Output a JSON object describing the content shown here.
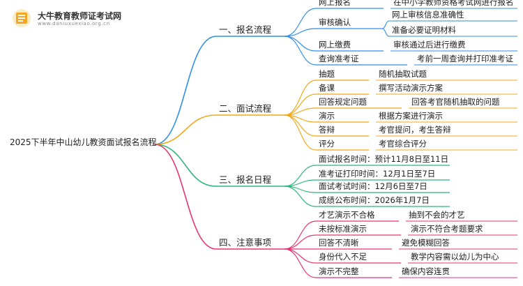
{
  "brand": {
    "name": "大牛教育教师证考试网",
    "url": "www.daniuxuexiao.org.cn",
    "logo_color": "#f5a623"
  },
  "root": {
    "label": "2025下半年中山幼儿教资面试报名流程"
  },
  "branches": [
    {
      "label": "一、报名流程",
      "color": "#2e8fe8",
      "items": [
        {
          "name": "网上报名",
          "details": [
            "在中小学教师资格考试网进行报名"
          ]
        },
        {
          "name": "审核确认",
          "details": [
            "网上审核信息准确性",
            "准备必要证明材料"
          ]
        },
        {
          "name": "网上缴费",
          "details": [
            "审核通过后进行缴费"
          ]
        },
        {
          "name": "查询准考证",
          "details": [
            "考前一周查询并打印准考证"
          ]
        }
      ]
    },
    {
      "label": "二、面试流程",
      "color": "#f0a818",
      "items": [
        {
          "name": "抽题",
          "details": [
            "随机抽取试题"
          ]
        },
        {
          "name": "备课",
          "details": [
            "撰写活动演示方案"
          ]
        },
        {
          "name": "回答规定问题",
          "details": [
            "回答考官随机抽取的问题"
          ]
        },
        {
          "name": "演示",
          "details": [
            "根据方案进行演示"
          ]
        },
        {
          "name": "答辩",
          "details": [
            "考官提问，考生答辩"
          ]
        },
        {
          "name": "评分",
          "details": [
            "考官综合评分"
          ]
        }
      ]
    },
    {
      "label": "三、报名日程",
      "color": "#2fb57a",
      "items": [
        {
          "name": "面试报名时间：预计11月8日至11日",
          "details": []
        },
        {
          "name": "准考证打印时间：12月1日至7日",
          "details": []
        },
        {
          "name": "面试考试时间：12月6日至7日",
          "details": []
        },
        {
          "name": "成绩公布时间：2026年1月7日",
          "details": []
        }
      ]
    },
    {
      "label": "四、注意事项",
      "color": "#e8356e",
      "items": [
        {
          "name": "才艺演示不合格",
          "details": [
            "抽到不会的才艺"
          ]
        },
        {
          "name": "未按标准演示",
          "details": [
            "演示不符合考题要求"
          ]
        },
        {
          "name": "回答不清晰",
          "details": [
            "避免模糊回答"
          ]
        },
        {
          "name": "身份代入不足",
          "details": [
            "教学内容需以幼儿为中心"
          ]
        },
        {
          "name": "演示不完整",
          "details": [
            "确保内容连贯"
          ]
        }
      ]
    }
  ]
}
